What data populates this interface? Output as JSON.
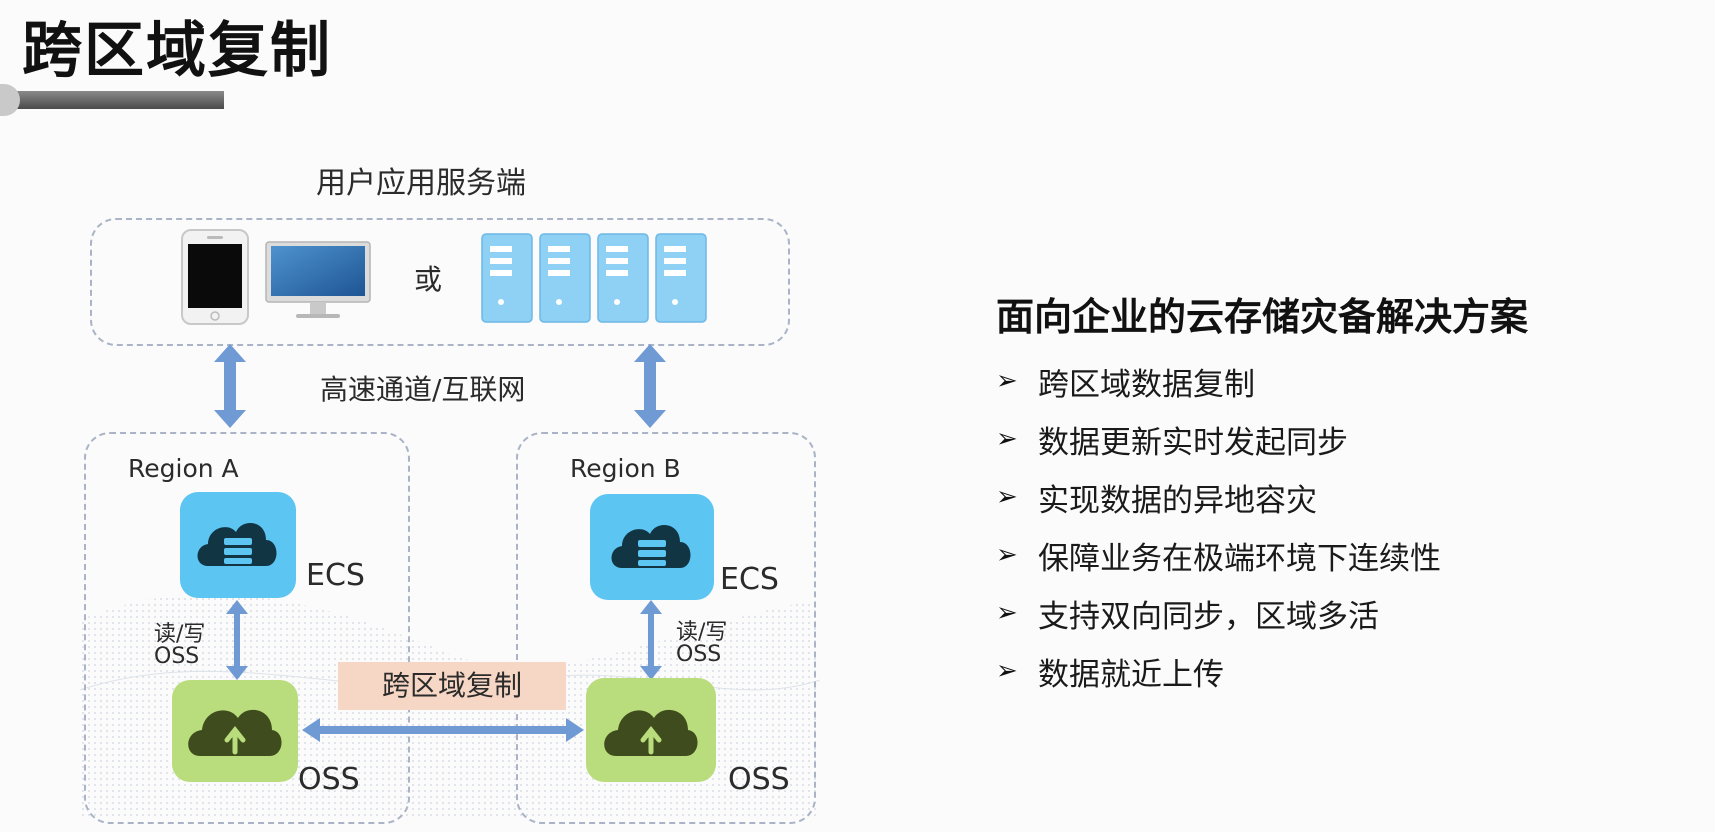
{
  "slide_title": "跨区域复制",
  "diagram": {
    "client_label": "用户应用服务端",
    "or_label": "或",
    "network_label": "高速通道/互联网",
    "region_a": {
      "name": "Region A",
      "ecs_label": "ECS",
      "rw_line1": "读/写",
      "rw_line2": "OSS",
      "oss_label": "OSS"
    },
    "region_b": {
      "name": "Region B",
      "ecs_label": "ECS",
      "rw_line1": "读/写",
      "rw_line2": "OSS",
      "oss_label": "OSS"
    },
    "replication_label": "跨区域复制"
  },
  "right_panel": {
    "heading": "面向企业的云存储灾备解决方案",
    "bullets": [
      "跨区域数据复制",
      "数据更新实时发起同步",
      "实现数据的异地容灾",
      "保障业务在极端环境下连续性",
      "支持双向同步，区域多活",
      "数据就近上传"
    ]
  },
  "colors": {
    "arrow": "#6f9ad4",
    "ecs_box": "#5cc5f2",
    "oss_box": "#b9dc7c",
    "replication_label_bg": "#f6d6c4",
    "server_blue": "#8fd0f5"
  }
}
